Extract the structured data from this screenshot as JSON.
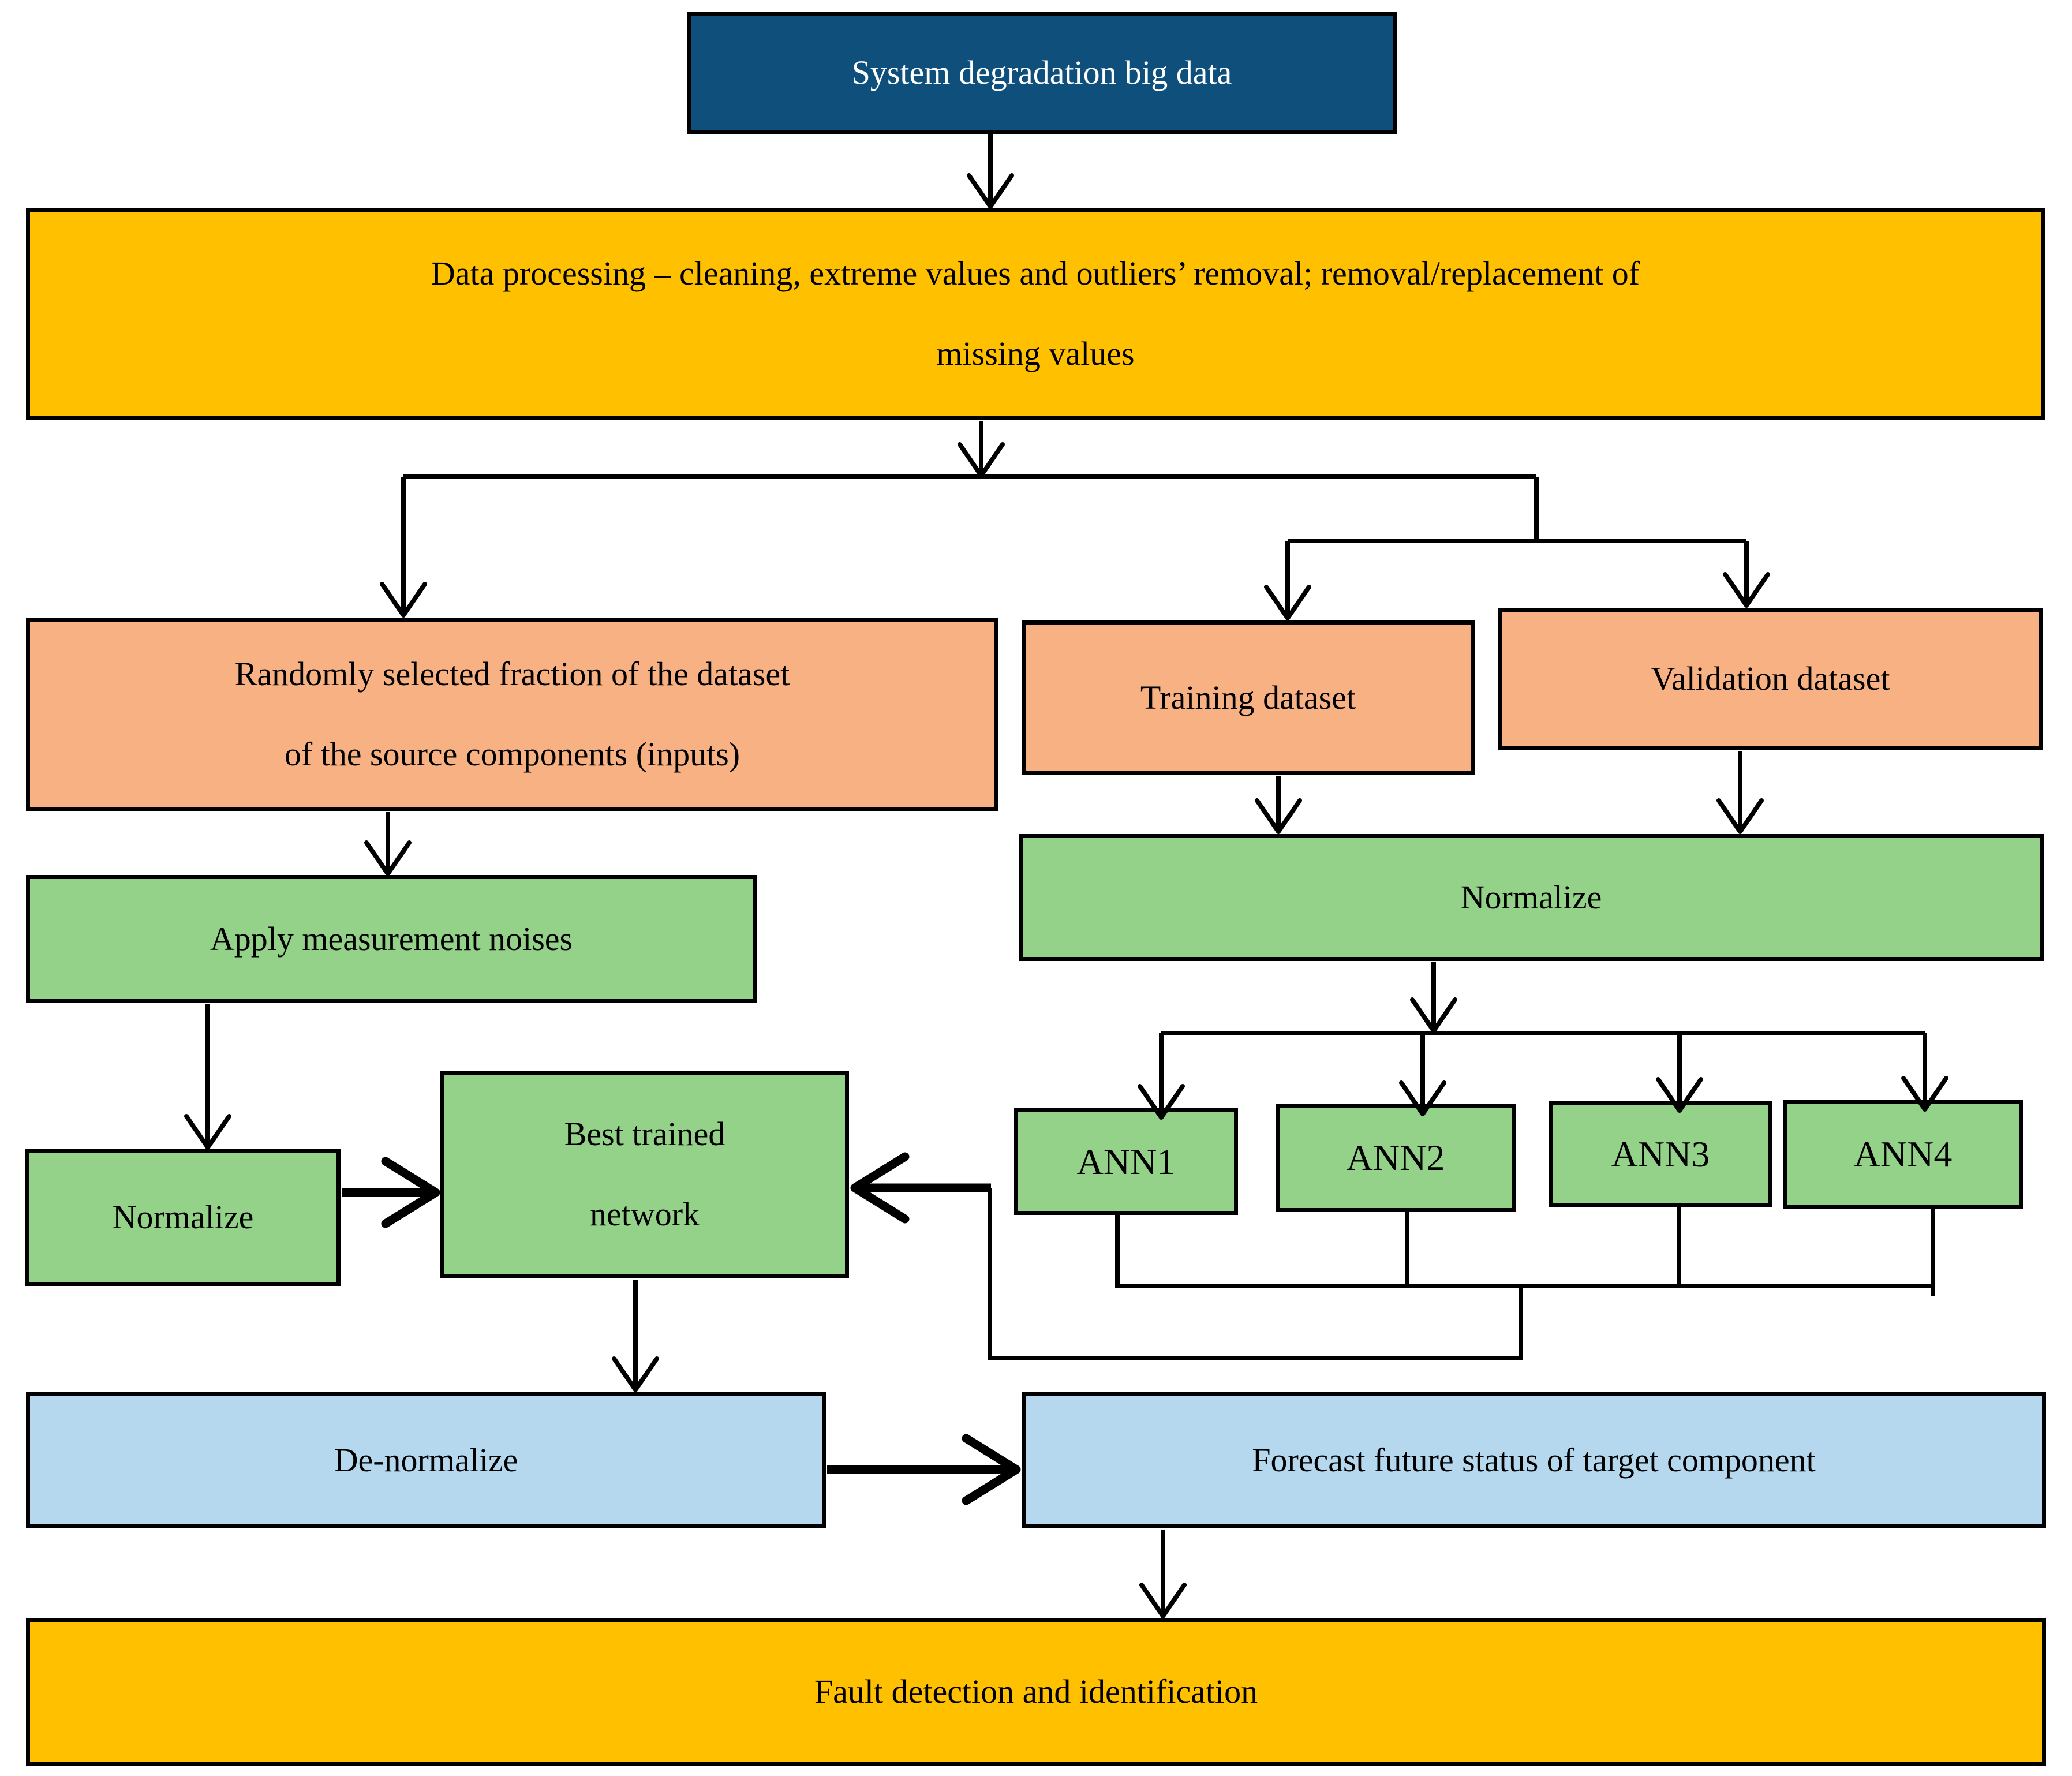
{
  "figure": {
    "type": "flowchart",
    "description": "ANN-based fault detection workflow for system degradation big data"
  },
  "colors": {
    "dark_blue": "#0E4F7B",
    "yellow": "#FFC000",
    "orange": "#F8B183",
    "green": "#94D189",
    "light_blue": "#B5D8EF",
    "line": "#000000",
    "text_dark": "#000000",
    "text_light": "#FFFFFF"
  },
  "nodes": {
    "system": {
      "label": "System degradation big data"
    },
    "processing": {
      "line1": "Data processing – cleaning, extreme values and outliers’ removal; removal/replacement of",
      "line2": "missing values"
    },
    "random": {
      "line1": "Randomly selected fraction of the dataset",
      "line2": "of the source components (inputs)"
    },
    "training": {
      "label": "Training dataset"
    },
    "validation": {
      "label": "Validation dataset"
    },
    "normalize_right": {
      "label": "Normalize"
    },
    "apply_noises": {
      "label": "Apply measurement noises"
    },
    "ann1": {
      "label": "ANN1"
    },
    "ann2": {
      "label": "ANN2"
    },
    "ann3": {
      "label": "ANN3"
    },
    "ann4": {
      "label": "ANN4"
    },
    "normalize_left": {
      "label": "Normalize"
    },
    "best_network": {
      "line1": "Best trained",
      "line2": "network"
    },
    "denormalize": {
      "label": "De-normalize"
    },
    "forecast": {
      "label": "Forecast future status of target component"
    },
    "fault": {
      "label": "Fault detection and identification"
    }
  },
  "edges": [
    {
      "from": "system",
      "to": "processing"
    },
    {
      "from": "processing",
      "to": "random"
    },
    {
      "from": "processing",
      "to": "training"
    },
    {
      "from": "processing",
      "to": "validation"
    },
    {
      "from": "training",
      "to": "normalize_right"
    },
    {
      "from": "validation",
      "to": "normalize_right"
    },
    {
      "from": "normalize_right",
      "to": "ann1"
    },
    {
      "from": "normalize_right",
      "to": "ann2"
    },
    {
      "from": "normalize_right",
      "to": "ann3"
    },
    {
      "from": "normalize_right",
      "to": "ann4"
    },
    {
      "from": "random",
      "to": "apply_noises"
    },
    {
      "from": "apply_noises",
      "to": "normalize_left"
    },
    {
      "from": "normalize_left",
      "to": "best_network"
    },
    {
      "from": "ann1",
      "to": "best_network"
    },
    {
      "from": "ann2",
      "to": "best_network"
    },
    {
      "from": "ann3",
      "to": "best_network"
    },
    {
      "from": "ann4",
      "to": "best_network"
    },
    {
      "from": "best_network",
      "to": "denormalize"
    },
    {
      "from": "denormalize",
      "to": "forecast"
    },
    {
      "from": "forecast",
      "to": "fault"
    }
  ]
}
